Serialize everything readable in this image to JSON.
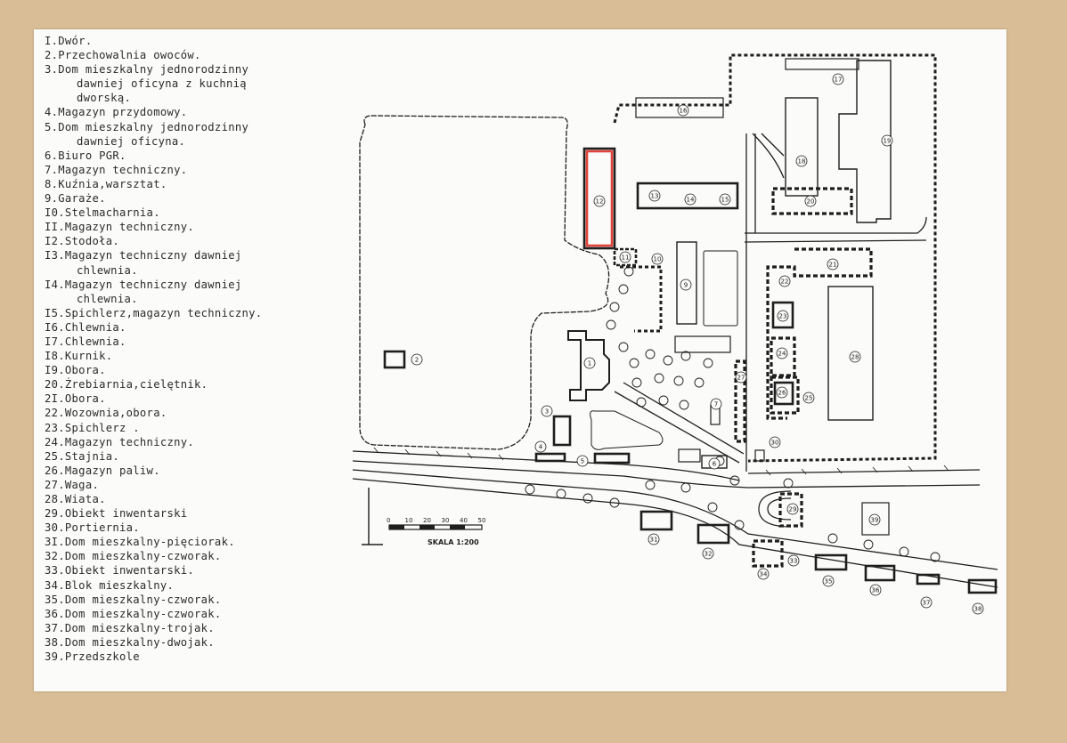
{
  "legend": [
    {
      "n": "I.",
      "lines": [
        "Dwór."
      ]
    },
    {
      "n": "2.",
      "lines": [
        "Przechowalnia owoców."
      ]
    },
    {
      "n": "3.",
      "lines": [
        "Dom mieszkalny jednorodzinny",
        "dawniej oficyna z kuchnią",
        "dworską."
      ]
    },
    {
      "n": "4.",
      "lines": [
        "Magazyn przydomowy."
      ]
    },
    {
      "n": "5.",
      "lines": [
        "Dom mieszkalny jednorodzinny",
        "dawniej oficyna."
      ]
    },
    {
      "n": "6.",
      "lines": [
        "Biuro PGR."
      ]
    },
    {
      "n": "7.",
      "lines": [
        "Magazyn techniczny."
      ]
    },
    {
      "n": "8.",
      "lines": [
        "Kuźnia,warsztat."
      ]
    },
    {
      "n": "9.",
      "lines": [
        "Garaże."
      ]
    },
    {
      "n": "I0.",
      "lines": [
        "Stelmacharnia."
      ]
    },
    {
      "n": "II.",
      "lines": [
        "Magazyn techniczny."
      ]
    },
    {
      "n": "I2.",
      "lines": [
        "Stodoła."
      ]
    },
    {
      "n": "I3.",
      "lines": [
        "Magazyn techniczny dawniej",
        "chlewnia."
      ]
    },
    {
      "n": "I4.",
      "lines": [
        "Magazyn techniczny dawniej",
        "chlewnia."
      ]
    },
    {
      "n": "I5.",
      "lines": [
        "Spichlerz,magazyn techniczny."
      ]
    },
    {
      "n": "I6.",
      "lines": [
        "Chlewnia."
      ]
    },
    {
      "n": "I7.",
      "lines": [
        "Chlewnia."
      ]
    },
    {
      "n": "I8.",
      "lines": [
        "Kurnik."
      ]
    },
    {
      "n": "I9.",
      "lines": [
        "Obora."
      ]
    },
    {
      "n": "20.",
      "lines": [
        "Źrebiarnia,cielętnik."
      ]
    },
    {
      "n": "2I.",
      "lines": [
        "Obora."
      ]
    },
    {
      "n": "22.",
      "lines": [
        "Wozownia,obora."
      ]
    },
    {
      "n": "23.",
      "lines": [
        "Spichlerz ."
      ]
    },
    {
      "n": "24.",
      "lines": [
        "Magazyn techniczny."
      ]
    },
    {
      "n": "25.",
      "lines": [
        "Stajnia."
      ]
    },
    {
      "n": "26.",
      "lines": [
        "Magazyn paliw."
      ]
    },
    {
      "n": "27.",
      "lines": [
        "Waga."
      ]
    },
    {
      "n": "28.",
      "lines": [
        "Wiata."
      ]
    },
    {
      "n": "29.",
      "lines": [
        "Obiekt inwentarski"
      ]
    },
    {
      "n": "30.",
      "lines": [
        "Portiernia."
      ]
    },
    {
      "n": "3I.",
      "lines": [
        "Dom mieszkalny-pięciorak."
      ]
    },
    {
      "n": "32.",
      "lines": [
        "Dom mieszkalny-czworak."
      ]
    },
    {
      "n": "33.",
      "lines": [
        "Obiekt inwentarski."
      ]
    },
    {
      "n": "34.",
      "lines": [
        "Blok mieszkalny."
      ]
    },
    {
      "n": "35.",
      "lines": [
        "Dom mieszkalny-czworak."
      ]
    },
    {
      "n": "36.",
      "lines": [
        "Dom mieszkalny-czworak."
      ]
    },
    {
      "n": "37.",
      "lines": [
        "Dom mieszkalny-trojak."
      ]
    },
    {
      "n": "38.",
      "lines": [
        "Dom mieszkalny-dwojak."
      ]
    },
    {
      "n": "39.",
      "lines": [
        "Przedszkole"
      ]
    }
  ],
  "scale": {
    "ticks": [
      "0",
      "10",
      "20",
      "30",
      "40",
      "50"
    ],
    "label": "SKALA 1:200"
  },
  "map_labels": [
    "1",
    "2",
    "3",
    "4",
    "5",
    "6",
    "7",
    "9",
    "10",
    "11",
    "12",
    "13",
    "14",
    "15",
    "16",
    "17",
    "18",
    "19",
    "20",
    "21",
    "22",
    "23",
    "24",
    "25",
    "26",
    "27",
    "28",
    "29",
    "30",
    "31",
    "32",
    "33",
    "34",
    "35",
    "36",
    "37",
    "38",
    "39"
  ],
  "colors": {
    "highlight": "#e0443a",
    "ink": "#1e1e1e",
    "paper": "#fbfbf9",
    "board": "#d9bd96"
  }
}
